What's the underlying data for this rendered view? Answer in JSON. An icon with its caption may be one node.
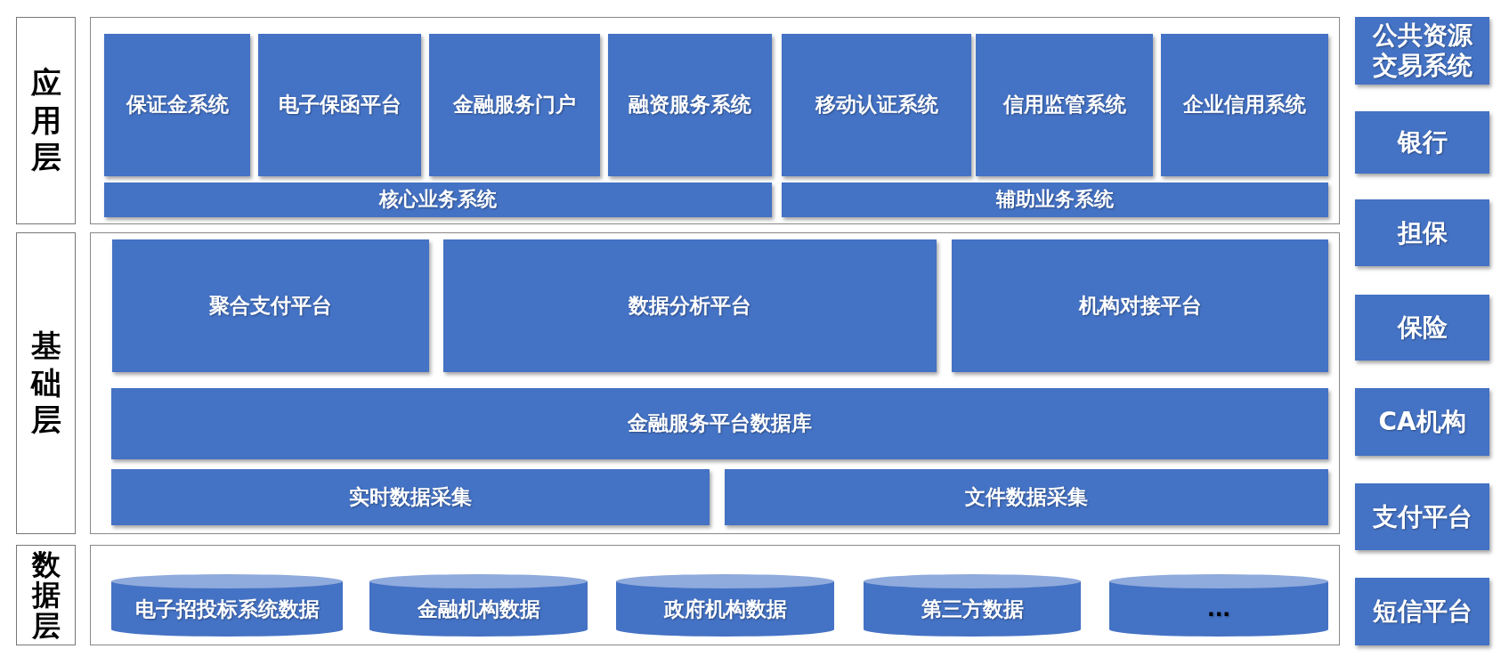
{
  "diagram": {
    "nodes": [
      {
        "text": [
          "应用层"
        ]
      },
      {
        "text": [],
        "shape": "box"
      },
      {
        "text": [
          "保证金系统"
        ],
        "in": 1
      },
      {
        "text": [
          "电子保函平台"
        ],
        "in": 1
      },
      {
        "text": [
          "金融服务门户"
        ],
        "in": 1
      },
      {
        "text": [
          "融资服务系统"
        ],
        "in": 1
      },
      {
        "text": [
          "移动认证系统"
        ],
        "in": 1
      },
      {
        "text": [
          "信用监管系统"
        ],
        "in": 1
      },
      {
        "text": [
          "企业信用系统"
        ],
        "in": 1
      },
      {
        "text": [
          "核心业务系统"
        ],
        "in": 1
      },
      {
        "text": [
          "辅助业务系统"
        ],
        "in": 1
      },
      {
        "text": [
          "基础层"
        ]
      },
      {
        "text": [],
        "shape": "box"
      },
      {
        "text": [
          "聚合支付平台"
        ],
        "in": 12
      },
      {
        "text": [
          "数据分析平台"
        ],
        "in": 12
      },
      {
        "text": [
          "机构对接平台"
        ],
        "in": 12
      },
      {
        "text": [
          "金融服务平台数据库"
        ],
        "in": 12
      },
      {
        "text": [
          "实时数据采集"
        ],
        "in": 12
      },
      {
        "text": [
          "文件数据采集"
        ],
        "in": 12
      },
      {
        "text": [
          "数据层"
        ]
      },
      {
        "text": [],
        "shape": "box"
      },
      {
        "text": [
          "电子招投标系统数据"
        ],
        "in": 20
      },
      {
        "text": [
          "金融机构数据"
        ],
        "in": 20
      },
      {
        "text": [
          "政府机构数据"
        ],
        "in": 20
      },
      {
        "text": [
          "第三方数据"
        ],
        "in": 20
      },
      {
        "text": [
          "..."
        ],
        "in": 20
      },
      {
        "text": [
          "公共资源交易系统"
        ]
      },
      {
        "text": [
          "银行"
        ]
      },
      {
        "text": [
          "担保"
        ]
      },
      {
        "text": [
          "保险"
        ]
      },
      {
        "text": [
          "CA机构"
        ]
      },
      {
        "text": [
          "支付平台"
        ]
      },
      {
        "text": [
          "短信平台"
        ]
      }
    ]
  }
}
